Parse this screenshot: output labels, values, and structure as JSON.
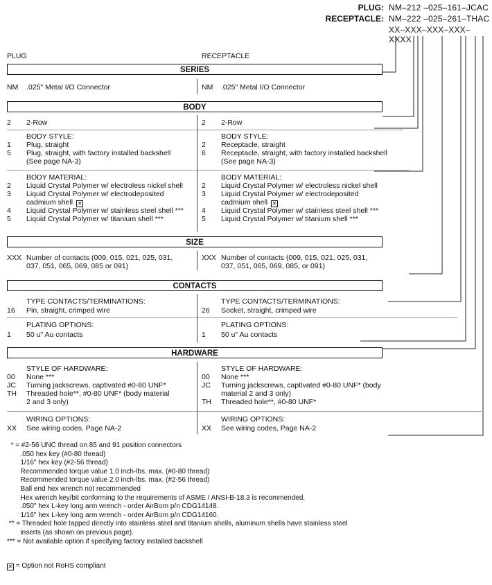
{
  "part_number": {
    "plug_label": "PLUG:",
    "plug_code": "NM–212 –025–161–JCAC",
    "receptacle_label": "RECEPTACLE:",
    "receptacle_code": "NM–222 –025–261–THAC",
    "template_code": "XX–XXX–XXX–XXX–XXXX"
  },
  "columns": {
    "plug": "PLUG",
    "receptacle": "RECEPTACLE"
  },
  "sections": {
    "series": {
      "title": "SERIES",
      "plug": [
        {
          "code": "NM",
          "text": ".025\" Metal I/O Connector"
        }
      ],
      "receptacle": [
        {
          "code": "NM",
          "text": ".025\" Metal I/O Connector"
        }
      ]
    },
    "body": {
      "title": "BODY",
      "rows_plug": {
        "code": "2",
        "text": "2-Row"
      },
      "rows_receptacle": {
        "code": "2",
        "text": "2-Row"
      },
      "style_heading": "BODY STYLE:",
      "style_plug": [
        {
          "code": "1",
          "text": "Plug, straight"
        },
        {
          "code": "5",
          "text": "Plug, straight, with factory installed backshell"
        },
        {
          "code": "",
          "text": "(See page NA-3)"
        }
      ],
      "style_receptacle": [
        {
          "code": "2",
          "text": "Receptacle, straight"
        },
        {
          "code": "6",
          "text": "Receptacle, straight, with factory installed backshell"
        },
        {
          "code": "",
          "text": "(See page NA-3)"
        }
      ],
      "material_heading": "BODY MATERIAL:",
      "material_plug": [
        {
          "code": "2",
          "text": "Liquid Crystal Polymer w/ electroless nickel shell"
        },
        {
          "code": "3",
          "text": "Liquid Crystal Polymer w/ electrodeposited"
        },
        {
          "code": "",
          "text": "cadmium shell",
          "box": true
        },
        {
          "code": "4",
          "text": "Liquid Crystal Polymer w/ stainless steel shell ***"
        },
        {
          "code": "5",
          "text": "Liquid Crystal Polymer w/ titanium shell ***"
        }
      ],
      "material_receptacle": [
        {
          "code": "2",
          "text": "Liquid Crystal Polymer w/ electroless nickel shell"
        },
        {
          "code": "3",
          "text": "Liquid Crystal Polymer w/ electrodeposited"
        },
        {
          "code": "",
          "text": "cadmium shell",
          "box": true
        },
        {
          "code": "4",
          "text": "Liquid Crystal Polymer w/ stainless steel shell ***"
        },
        {
          "code": "5",
          "text": "Liquid Crystal Polymer w/ titanium shell ***"
        }
      ]
    },
    "size": {
      "title": "SIZE",
      "plug": [
        {
          "code": "XXX",
          "text": "Number of contacts (009, 015, 021, 025, 031,"
        },
        {
          "code": "",
          "text": "037, 051, 065, 069, 085 or 091)"
        }
      ],
      "receptacle": [
        {
          "code": "XXX",
          "text": "Number of contacts (009, 015, 021, 025, 031,"
        },
        {
          "code": "",
          "text": "037, 051, 065, 069, 085, or 091)"
        }
      ]
    },
    "contacts": {
      "title": "CONTACTS",
      "type_heading": "TYPE CONTACTS/TERMINATIONS:",
      "type_plug": {
        "code": "16",
        "text": "Pin, straight, crimped wire"
      },
      "type_receptacle": {
        "code": "26",
        "text": "Socket, straight, crimped wire"
      },
      "plating_heading": "PLATING OPTIONS:",
      "plating_plug": {
        "code": "1",
        "text": "50 u\" Au contacts"
      },
      "plating_receptacle": {
        "code": "1",
        "text": "50 u\" Au contacts"
      }
    },
    "hardware": {
      "title": "HARDWARE",
      "style_heading": "STYLE OF HARDWARE:",
      "style_plug": [
        {
          "code": "00",
          "text": "None ***"
        },
        {
          "code": "JC",
          "text": "Turning jackscrews, captivated #0-80 UNF*"
        },
        {
          "code": "TH",
          "text": "Threaded hole**, #0-80 UNF* (body material"
        },
        {
          "code": "",
          "text": "2 and 3 only)"
        }
      ],
      "style_receptacle": [
        {
          "code": "00",
          "text": "None ***"
        },
        {
          "code": "JC",
          "text": "Turning jackscrews, captivated #0-80 UNF* (body"
        },
        {
          "code": "",
          "text": "material 2 and 3 only)"
        },
        {
          "code": "TH",
          "text": "Threaded hole**, #0-80 UNF*"
        }
      ],
      "wiring_heading": "WIRING OPTIONS:",
      "wiring_plug": {
        "code": "XX",
        "text": "See wiring codes, Page NA-2"
      },
      "wiring_receptacle": {
        "code": "XX",
        "text": "See wiring codes, Page NA-2"
      }
    }
  },
  "notes": [
    "  * = #2-56 UNC thread on 85 and 91 position connectors",
    "       .050 hex key (#0-80 thread)",
    "       1/16\" hex key (#2-56 thread)",
    "       Recommended torque value 1.0 inch-lbs. max. (#0-80 thread)",
    "       Recommended torque value 2.0 inch-lbs. max. (#2-56 thread)",
    "       Ball end hex wrench not recommended",
    "       Hex wrench key/bit conforming to the requirements of ASME / ANSI-B-18.3 is recommended.",
    "       .050\" hex L-key long arm wrench - order AirBorn p/n CDG14148.",
    "       1/16\" hex L-key long arm wrench - order AirBorn p/n CDG14160.",
    " ** = Threaded hole tapped directly into stainless steel and titanium shells, aluminum shells have stainless steel",
    "       inserts (as shown on previous page).",
    "*** = Not available option if specifying factory installed backshell"
  ],
  "rohs_note": "= Option not RoHS compliant"
}
